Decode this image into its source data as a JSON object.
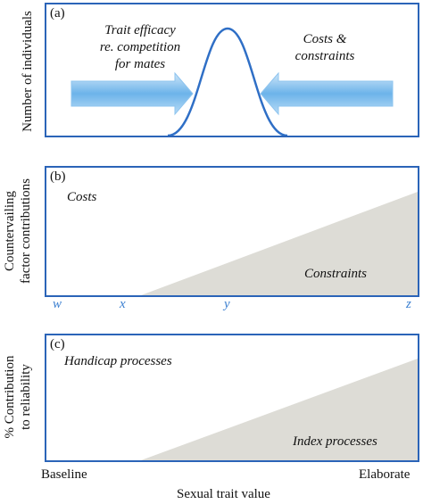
{
  "panel_a": {
    "label": "(a)",
    "ylabel": "Number of individuals",
    "left_arrow_text": [
      "Trait efficacy",
      "re. competition",
      "for mates"
    ],
    "right_arrow_text": [
      "Costs &",
      "constraints"
    ]
  },
  "panel_b": {
    "label": "(b)",
    "ylabel": [
      "Countervailing",
      "factor contributions"
    ],
    "top_text": "Costs",
    "bottom_text": "Constraints",
    "ticks": [
      "w",
      "x",
      "y",
      "z"
    ]
  },
  "panel_c": {
    "label": "(c)",
    "ylabel": [
      "% Contribution",
      "to reliability"
    ],
    "top_text": "Handicap processes",
    "bottom_text": "Index processes"
  },
  "x_axis": {
    "left_label": "Baseline",
    "right_label": "Elaborate",
    "title": "Sexual trait value"
  },
  "colors": {
    "frame": "#2b64b8",
    "curve": "#2f6fc6",
    "shade": "#dddcd6",
    "tick": "#3b7fd0"
  }
}
